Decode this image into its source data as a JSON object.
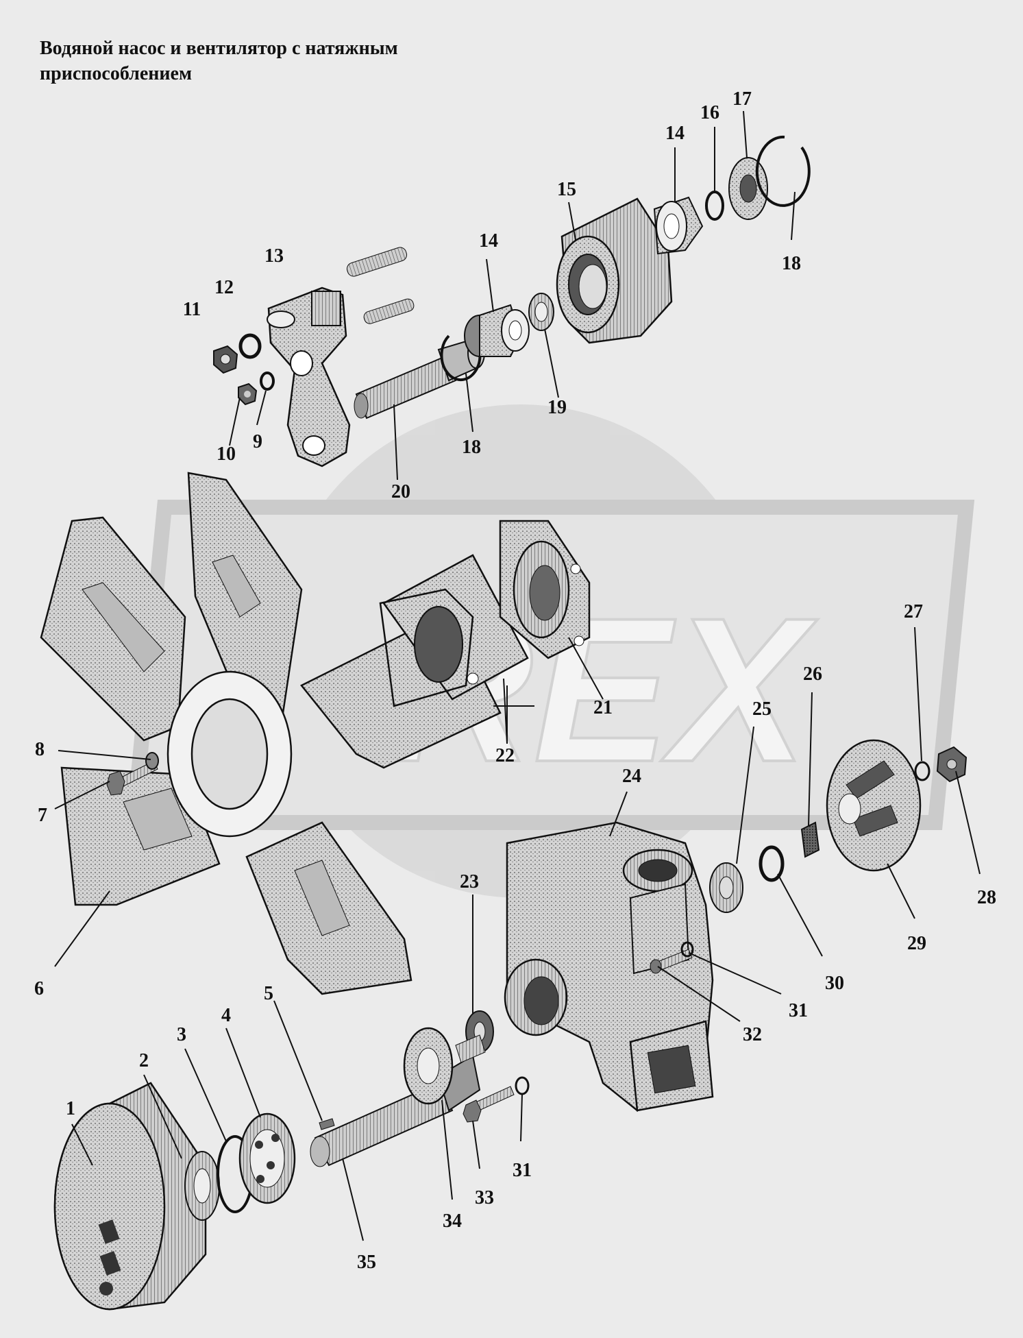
{
  "title": {
    "line1": "Водяной насос и вентилятор с натяжным",
    "line2": "приспособлением"
  },
  "watermark": "REX",
  "callouts": [
    {
      "id": "c1",
      "label": "1"
    },
    {
      "id": "c2",
      "label": "2"
    },
    {
      "id": "c3",
      "label": "3"
    },
    {
      "id": "c4",
      "label": "4"
    },
    {
      "id": "c5",
      "label": "5"
    },
    {
      "id": "c6",
      "label": "6"
    },
    {
      "id": "c7",
      "label": "7"
    },
    {
      "id": "c8",
      "label": "8"
    },
    {
      "id": "c9",
      "label": "9"
    },
    {
      "id": "c10",
      "label": "10"
    },
    {
      "id": "c11",
      "label": "11"
    },
    {
      "id": "c12",
      "label": "12"
    },
    {
      "id": "c13",
      "label": "13"
    },
    {
      "id": "c14a",
      "label": "14"
    },
    {
      "id": "c14b",
      "label": "14"
    },
    {
      "id": "c15",
      "label": "15"
    },
    {
      "id": "c16",
      "label": "16"
    },
    {
      "id": "c17",
      "label": "17"
    },
    {
      "id": "c18a",
      "label": "18"
    },
    {
      "id": "c18b",
      "label": "18"
    },
    {
      "id": "c19",
      "label": "19"
    },
    {
      "id": "c20",
      "label": "20"
    },
    {
      "id": "c21",
      "label": "21"
    },
    {
      "id": "c22",
      "label": "22"
    },
    {
      "id": "c23",
      "label": "23"
    },
    {
      "id": "c24",
      "label": "24"
    },
    {
      "id": "c25",
      "label": "25"
    },
    {
      "id": "c26",
      "label": "26"
    },
    {
      "id": "c27",
      "label": "27"
    },
    {
      "id": "c28",
      "label": "28"
    },
    {
      "id": "c29",
      "label": "29"
    },
    {
      "id": "c30",
      "label": "30"
    },
    {
      "id": "c31a",
      "label": "31"
    },
    {
      "id": "c31b",
      "label": "31"
    },
    {
      "id": "c32",
      "label": "32"
    },
    {
      "id": "c33",
      "label": "33"
    },
    {
      "id": "c34",
      "label": "34"
    },
    {
      "id": "c35",
      "label": "35"
    }
  ]
}
